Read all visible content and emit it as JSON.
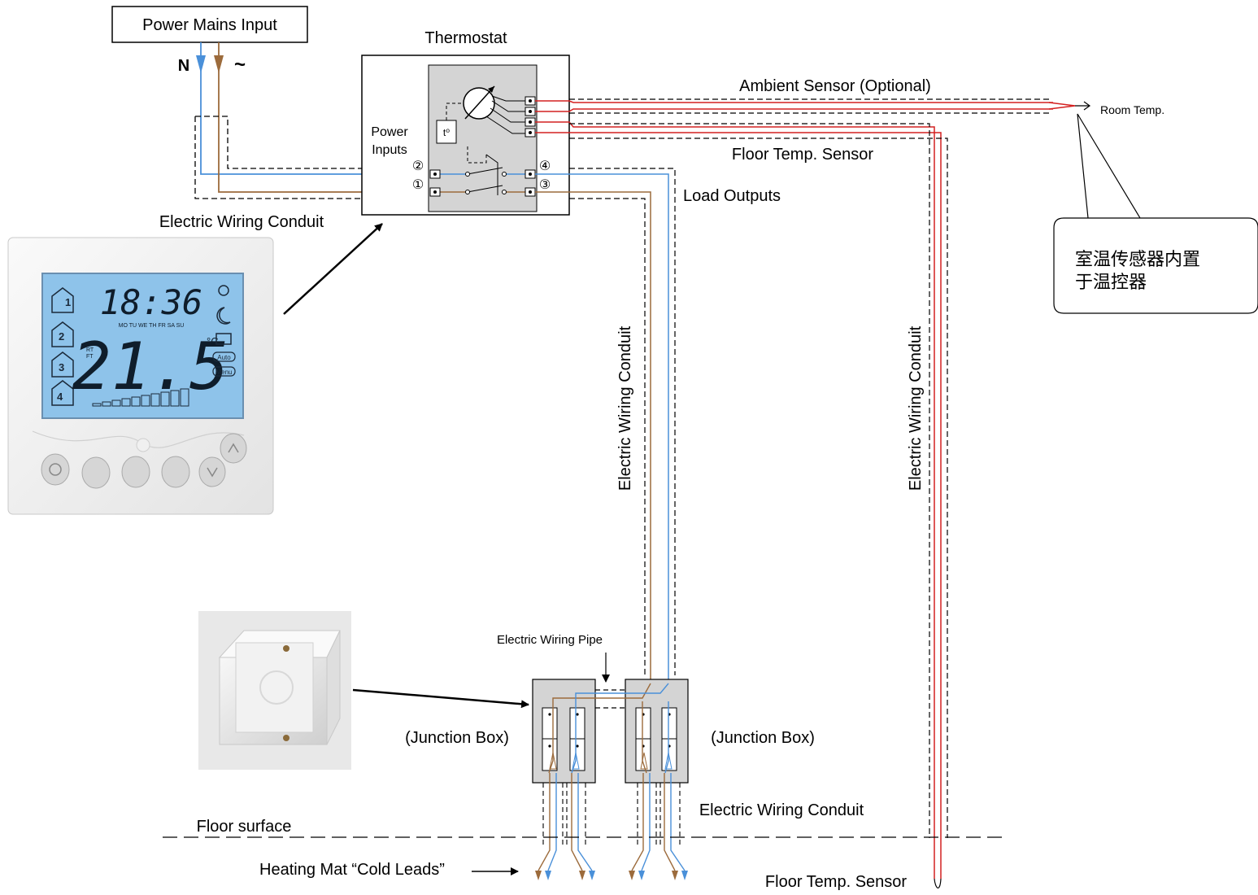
{
  "labels": {
    "power_mains": "Power Mains Input",
    "neutral": "N",
    "live": "~",
    "thermostat": "Thermostat",
    "ambient_sensor": "Ambient Sensor (Optional)",
    "room_temp": "Room Temp.",
    "floor_temp_sensor_top": "Floor Temp. Sensor",
    "power_inputs_1": "Power",
    "power_inputs_2": "Inputs",
    "load_outputs": "Load Outputs",
    "conduit_top": "Electric Wiring Conduit",
    "conduit_vertical_1": "Electric Wiring Conduit",
    "conduit_vertical_2": "Electric Wiring Conduit",
    "conduit_bottom": "Electric Wiring Conduit",
    "wiring_pipe": "Electric Wiring Pipe",
    "junction_box_left": "(Junction Box)",
    "junction_box_right": "(Junction Box)",
    "floor_surface": "Floor surface",
    "cold_leads": "Heating Mat “Cold Leads”",
    "floor_temp_sensor_bottom": "Floor Temp. Sensor",
    "terminal_1": "①",
    "terminal_2": "②",
    "terminal_3": "③",
    "terminal_4": "④",
    "t0": "t⁰",
    "callout_line1": "室温传感器内置",
    "callout_line2": "于温控器"
  },
  "thermostat_display": {
    "time": "18:36",
    "temperature": "21.5",
    "unit": "°C",
    "days": "MO TU WE TH FR SA SU",
    "rt_ft_1": "RT",
    "rt_ft_2": "FT",
    "auto": "Auto",
    "menu": "Menu",
    "program_1": "1",
    "program_2": "2",
    "program_3": "3",
    "program_4": "4"
  },
  "colors": {
    "neutral_wire": "#4a90d9",
    "live_wire": "#9c6b3c",
    "sensor_wire": "#d42020",
    "lcd": "#8ec3ea",
    "box_grey": "#d4d4d4"
  }
}
